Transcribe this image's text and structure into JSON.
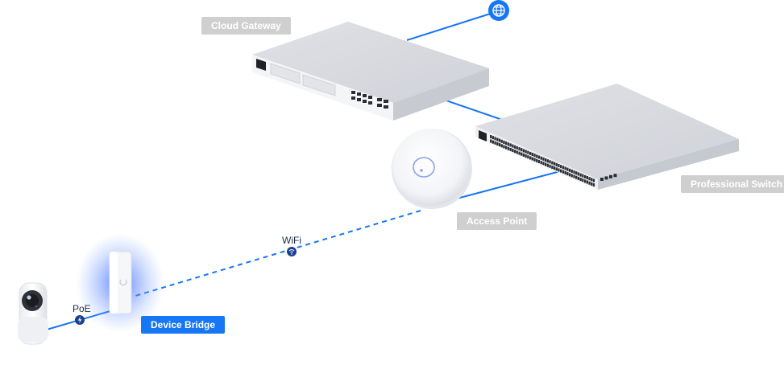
{
  "nodes": {
    "cloud_gateway": {
      "label": "Cloud Gateway"
    },
    "professional_switch": {
      "label": "Professional Switch"
    },
    "access_point": {
      "label": "Access Point"
    },
    "device_bridge": {
      "label": "Device Bridge"
    },
    "camera": {
      "label": ""
    },
    "internet": {
      "icon": "globe-icon"
    }
  },
  "links": {
    "wifi": {
      "label": "WiFi",
      "style": "dashed",
      "icon": "wifi-icon"
    },
    "poe": {
      "label": "PoE",
      "style": "solid",
      "icon": "lightning-icon"
    }
  },
  "colors": {
    "link": "#1776f3",
    "tag_inactive": "#cfcfcf",
    "tag_active": "#1776f3",
    "device_body": "#e9ebef",
    "glow": "#4f7dff"
  }
}
